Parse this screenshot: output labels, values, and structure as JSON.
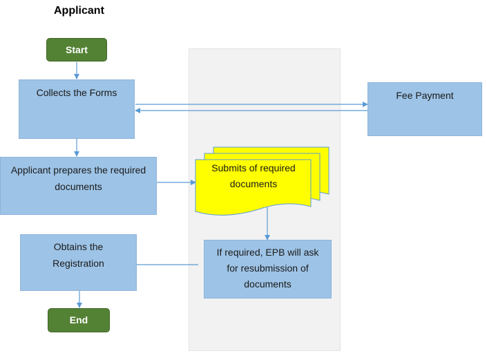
{
  "title": "Applicant",
  "nodes": {
    "start": "Start",
    "collect_forms": "Collects the Forms",
    "fee_payment": "Fee Payment",
    "prepare_docs": "Applicant prepares the required documents",
    "submit_docs": "Submits of required documents",
    "resubmission": "If required, EPB will ask for resubmission of documents",
    "obtain_registration": "Obtains the Registration",
    "end": "End"
  },
  "colors": {
    "process_fill": "#9dc3e6",
    "terminal_fill": "#548235",
    "document_fill": "#ffff00",
    "arrow": "#5b9bd5",
    "lane": "#f2f2f2"
  }
}
